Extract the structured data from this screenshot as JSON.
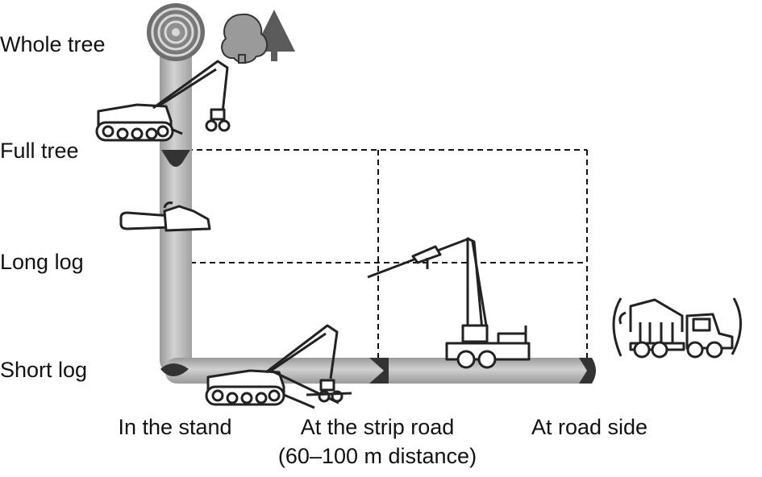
{
  "levels": {
    "whole_tree": "Whole tree",
    "full_tree": "Full tree",
    "long_log": "Long log",
    "short_log": "Short log"
  },
  "locations": {
    "stand": "In the stand",
    "strip_road": "At the strip road",
    "strip_road_distance": "(60–100 m distance)",
    "road_side": "At road side"
  },
  "icons": [
    "tree-rings-icon",
    "trees-icon",
    "harvester-icon",
    "chainsaw-icon",
    "skidder-icon",
    "crane-loader-icon",
    "log-truck-icon"
  ],
  "colors": {
    "pipe": "#b5b5b5",
    "pipe_shade": "#8c8c8c",
    "joint": "#333333",
    "line": "#111111"
  }
}
